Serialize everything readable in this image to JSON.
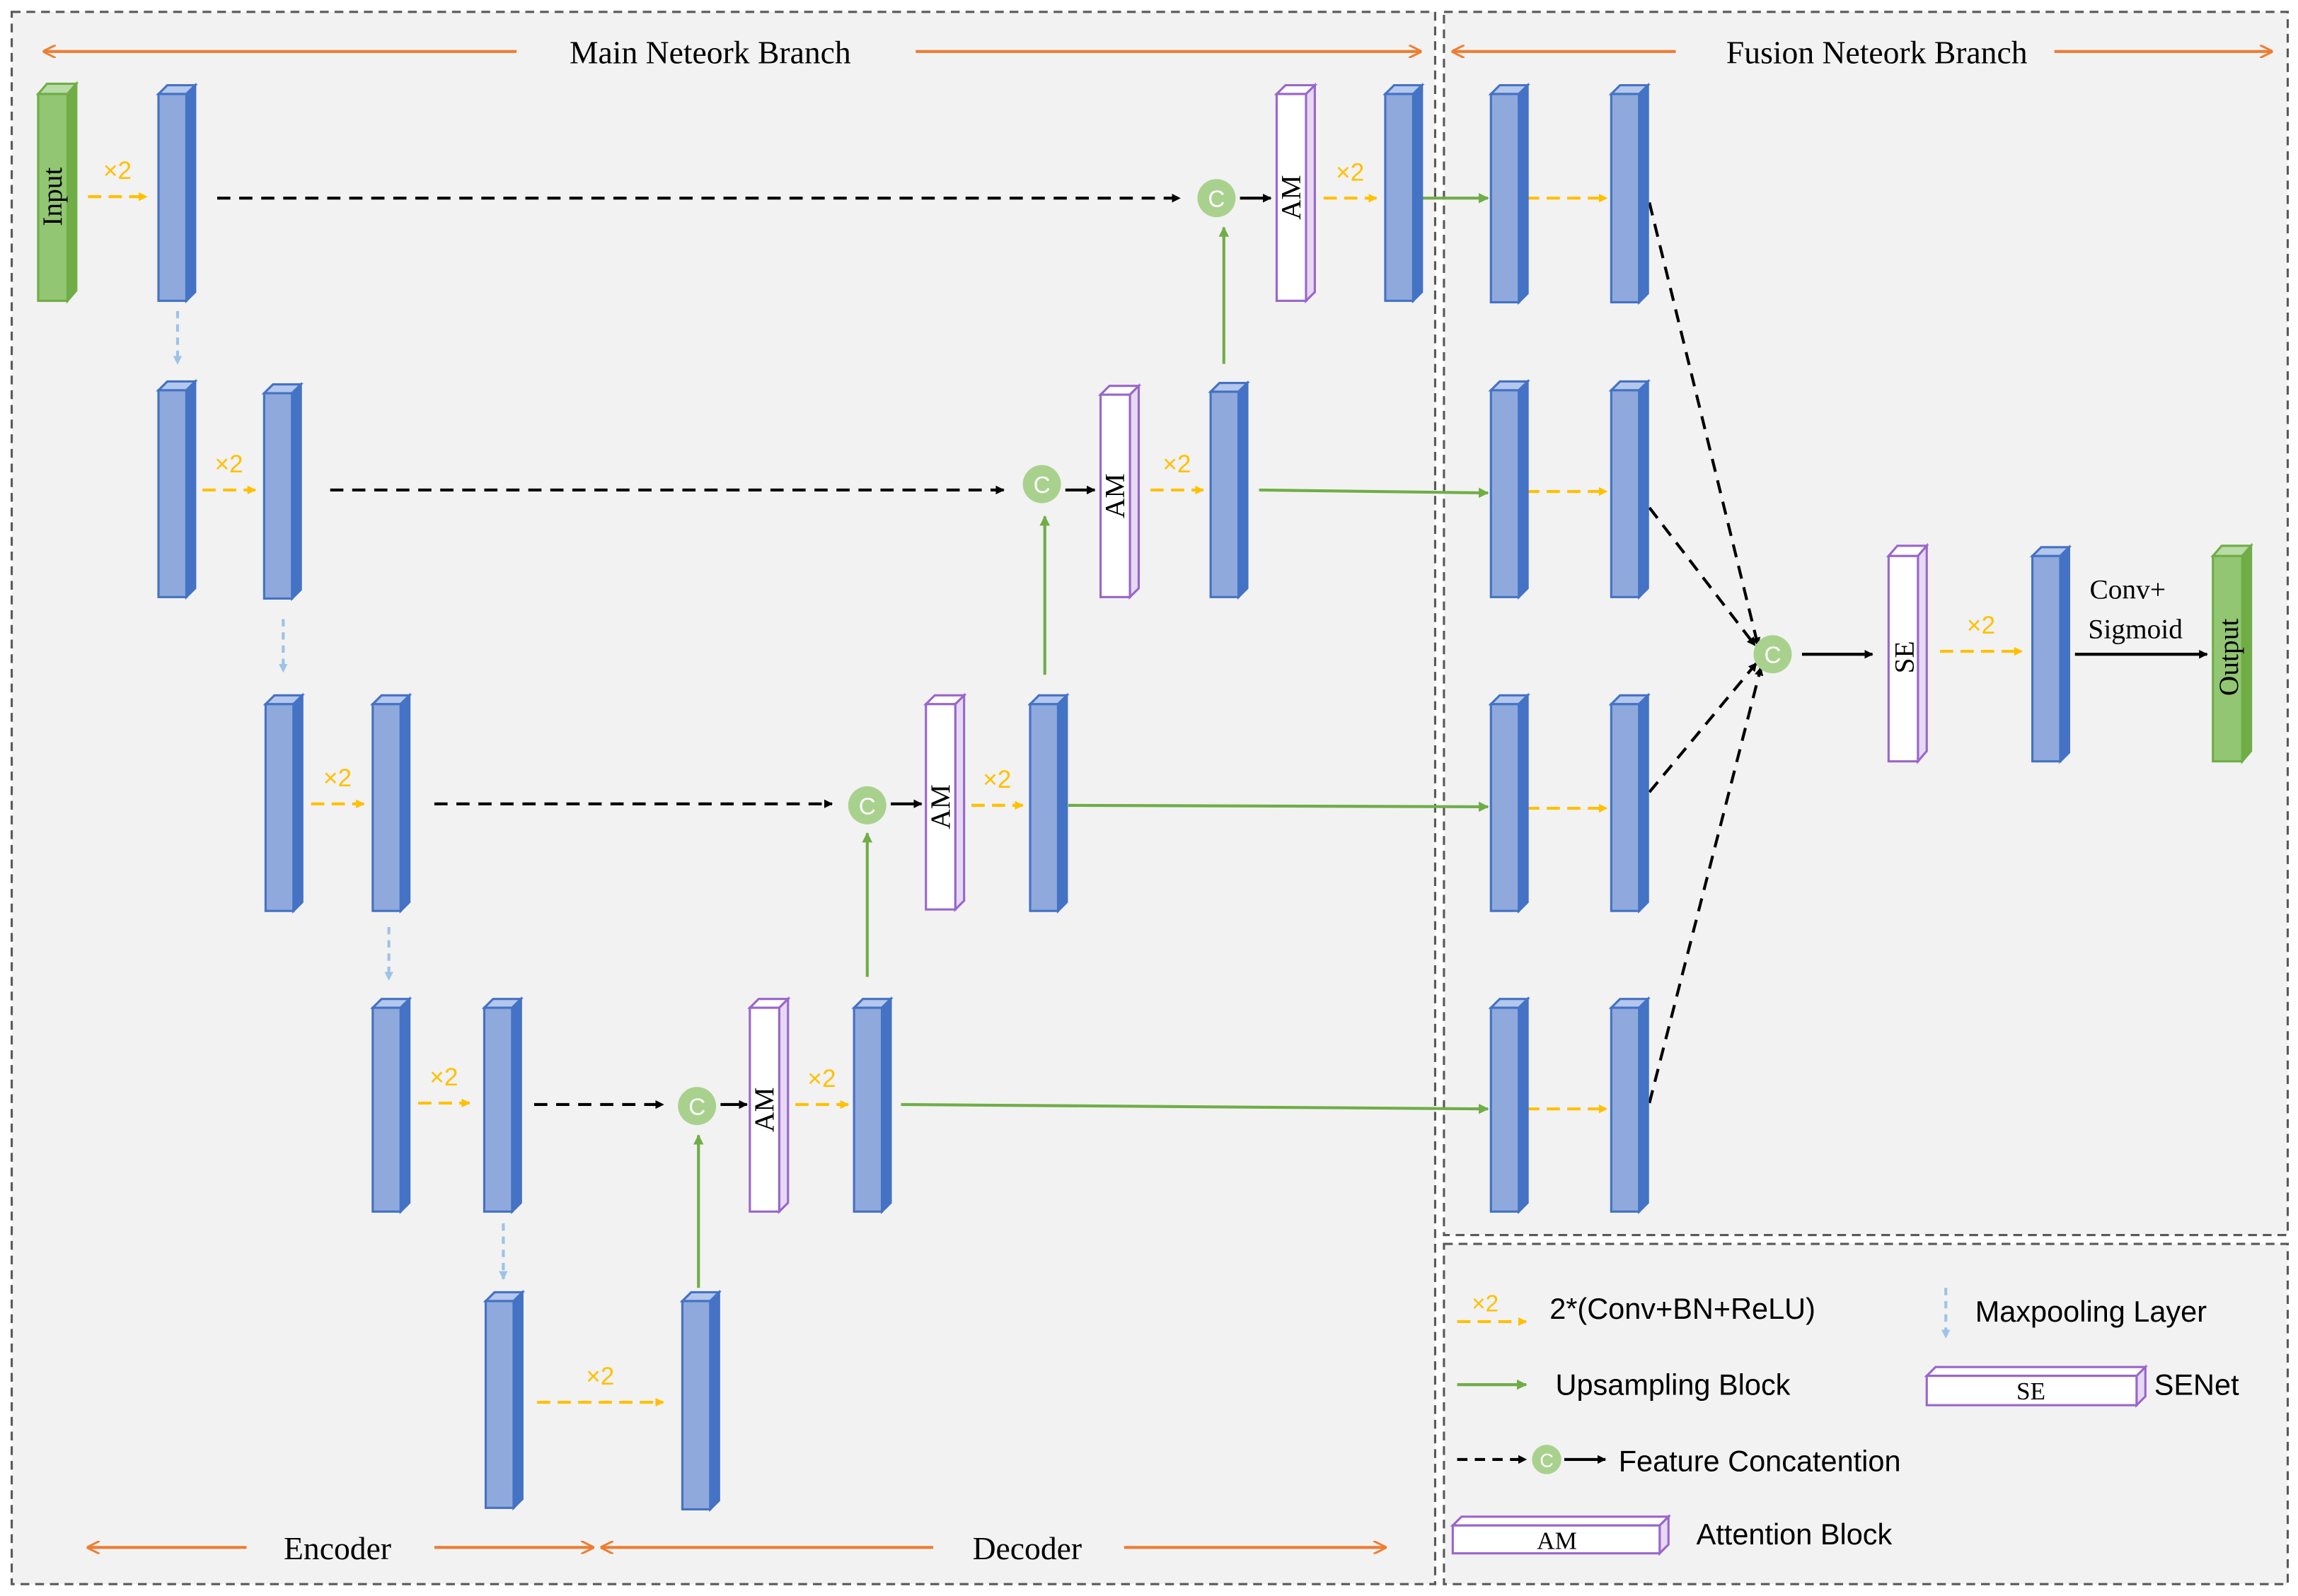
{
  "sections": {
    "main_branch": "Main Neteork Branch",
    "fusion_branch": "Fusion Neteork Branch",
    "encoder": "Encoder",
    "decoder": "Decoder"
  },
  "blocks": {
    "input": "Input",
    "output": "Output",
    "attention": "AM",
    "se": "SE",
    "concat": "C",
    "conv_label": "×2",
    "output_conv_line1": "Conv+",
    "output_conv_line2": "Sigmoid"
  },
  "legend": {
    "conv_bn_relu": "2*(Conv+BN+ReLU)",
    "maxpooling": "Maxpooling Layer",
    "upsampling": "Upsampling Block",
    "senet": "SENet",
    "concat": "Feature Concatention",
    "attention": "Attention Block"
  },
  "colors": {
    "frame_bg": "#f2f2f2",
    "feature_block": "#8fa9dc",
    "feature_stroke": "#4472c4",
    "io_block": "#92c672",
    "io_stroke": "#70ad47",
    "module_stroke": "#9966cc",
    "conv_arrow": "#ffc000",
    "pool_arrow": "#9dc3e6",
    "upsample_arrow": "#70ad47",
    "concat_node": "#a9d18e",
    "section_arrow": "#ed7d31",
    "concat_arrow": "#000000"
  }
}
